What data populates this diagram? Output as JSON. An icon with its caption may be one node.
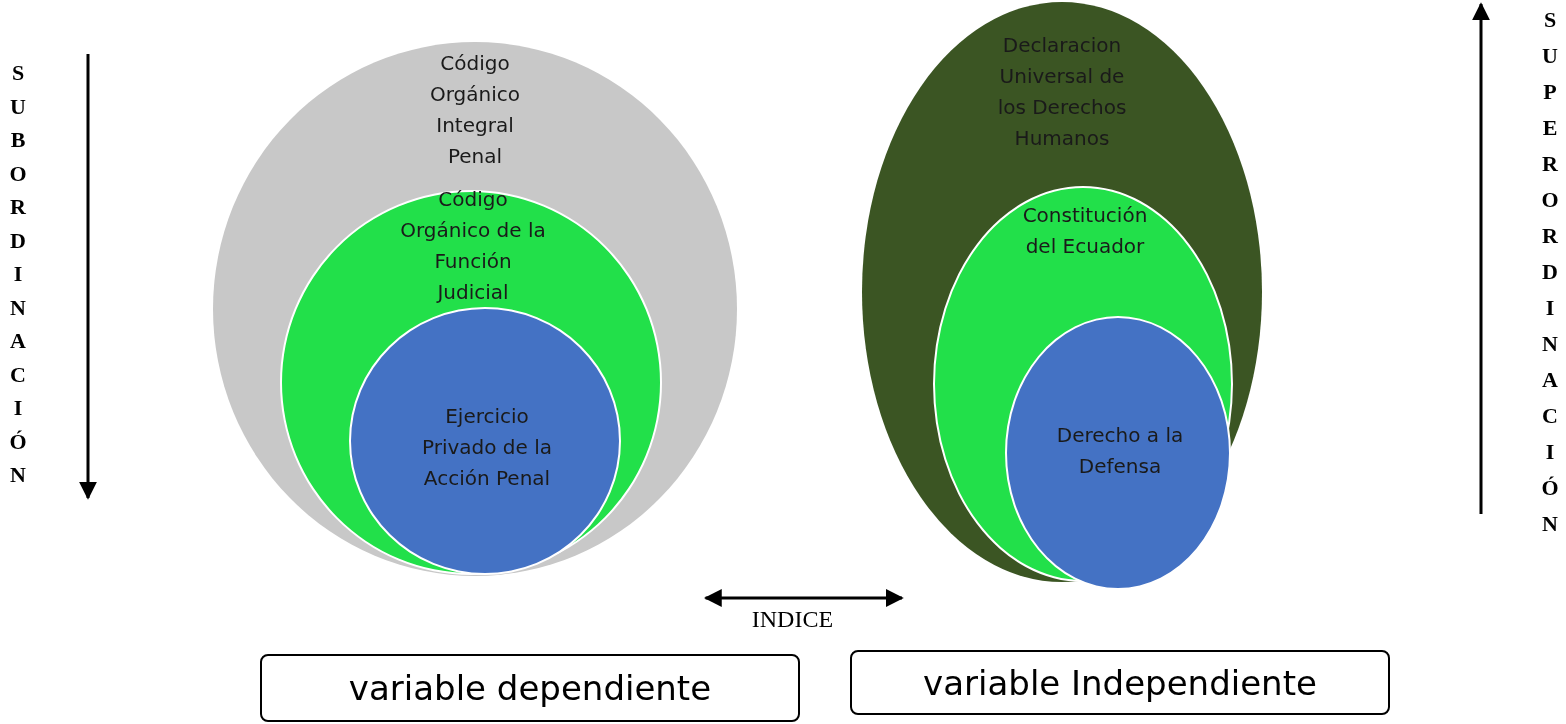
{
  "diagram": {
    "nodes": [
      {
        "text": [
          "Código Orgánico Integral Penal"
        ]
      },
      {
        "text": [
          "Código Orgánico de la Función Judicial"
        ],
        "in": 0
      },
      {
        "text": [
          "Ejercicio Privado de la Acción Penal"
        ],
        "in": 1
      },
      {
        "text": [
          "Declaracion Universal de los Derechos Humanos"
        ]
      },
      {
        "text": [
          "Constitución del Ecuador"
        ],
        "in": 3
      },
      {
        "text": [
          "Derecho a la Defensa"
        ],
        "in": 4
      },
      {
        "text": [
          "variable dependiente"
        ]
      },
      {
        "text": [
          "variable Independiente"
        ]
      }
    ],
    "edges": [
      {
        "from": 0,
        "to": 3,
        "arrow": "both",
        "label": "INDICE"
      }
    ],
    "labels": [
      "SUBORDINACIÓN",
      "SUPERORDINACIÓN"
    ]
  }
}
